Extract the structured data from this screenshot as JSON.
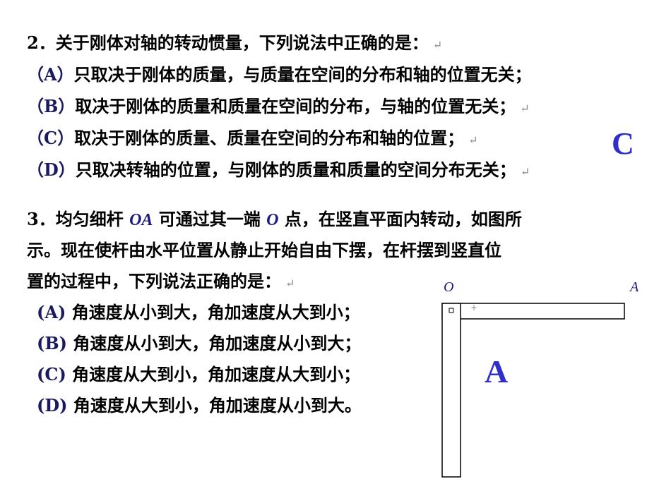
{
  "q2": {
    "title": "2．关于刚体对轴的转动惯量，下列说法中正确的是：",
    "options": [
      {
        "label": "（A）",
        "text": "只取决于刚体的质量，与质量在空间的分布和轴的位置无关；"
      },
      {
        "label": "（B）",
        "text": "取决于刚体的质量和质量在空间的分布，与轴的位置无关；"
      },
      {
        "label": "（C）",
        "text": "取决于刚体的质量、质量在空间的分布和轴的位置；"
      },
      {
        "label": "（D）",
        "text": "只取决转轴的位置，与刚体的质量和质量的空间分布无关；"
      }
    ],
    "answer": "C"
  },
  "q3": {
    "line1_pre": "3．均匀细杆 ",
    "line1_oa": "OA",
    "line1_mid": " 可通过其一端 ",
    "line1_o": "O",
    "line1_post": " 点，在竖直平面内转动，如图所",
    "line2": "示。现在使杆由水平位置从静止开始自由下摆，在杆摆到竖直位",
    "line3": "置的过程中，下列说法正确的是：",
    "options": [
      {
        "label": "(A)",
        "text": " 角速度从小到大，角加速度从大到小；"
      },
      {
        "label": "(B)",
        "text": " 角速度从小到大，角加速度从小到大；"
      },
      {
        "label": "(C)",
        "text": " 角速度从大到小，角加速度从大到小；"
      },
      {
        "label": "(D)",
        "text": " 角速度从大到小，角加速度从小到大。"
      }
    ],
    "answer": "A",
    "diagram": {
      "label_o": "O",
      "label_a": "A"
    }
  },
  "paragraph_mark": "↵",
  "colors": {
    "answer": "#3030c8"
  }
}
